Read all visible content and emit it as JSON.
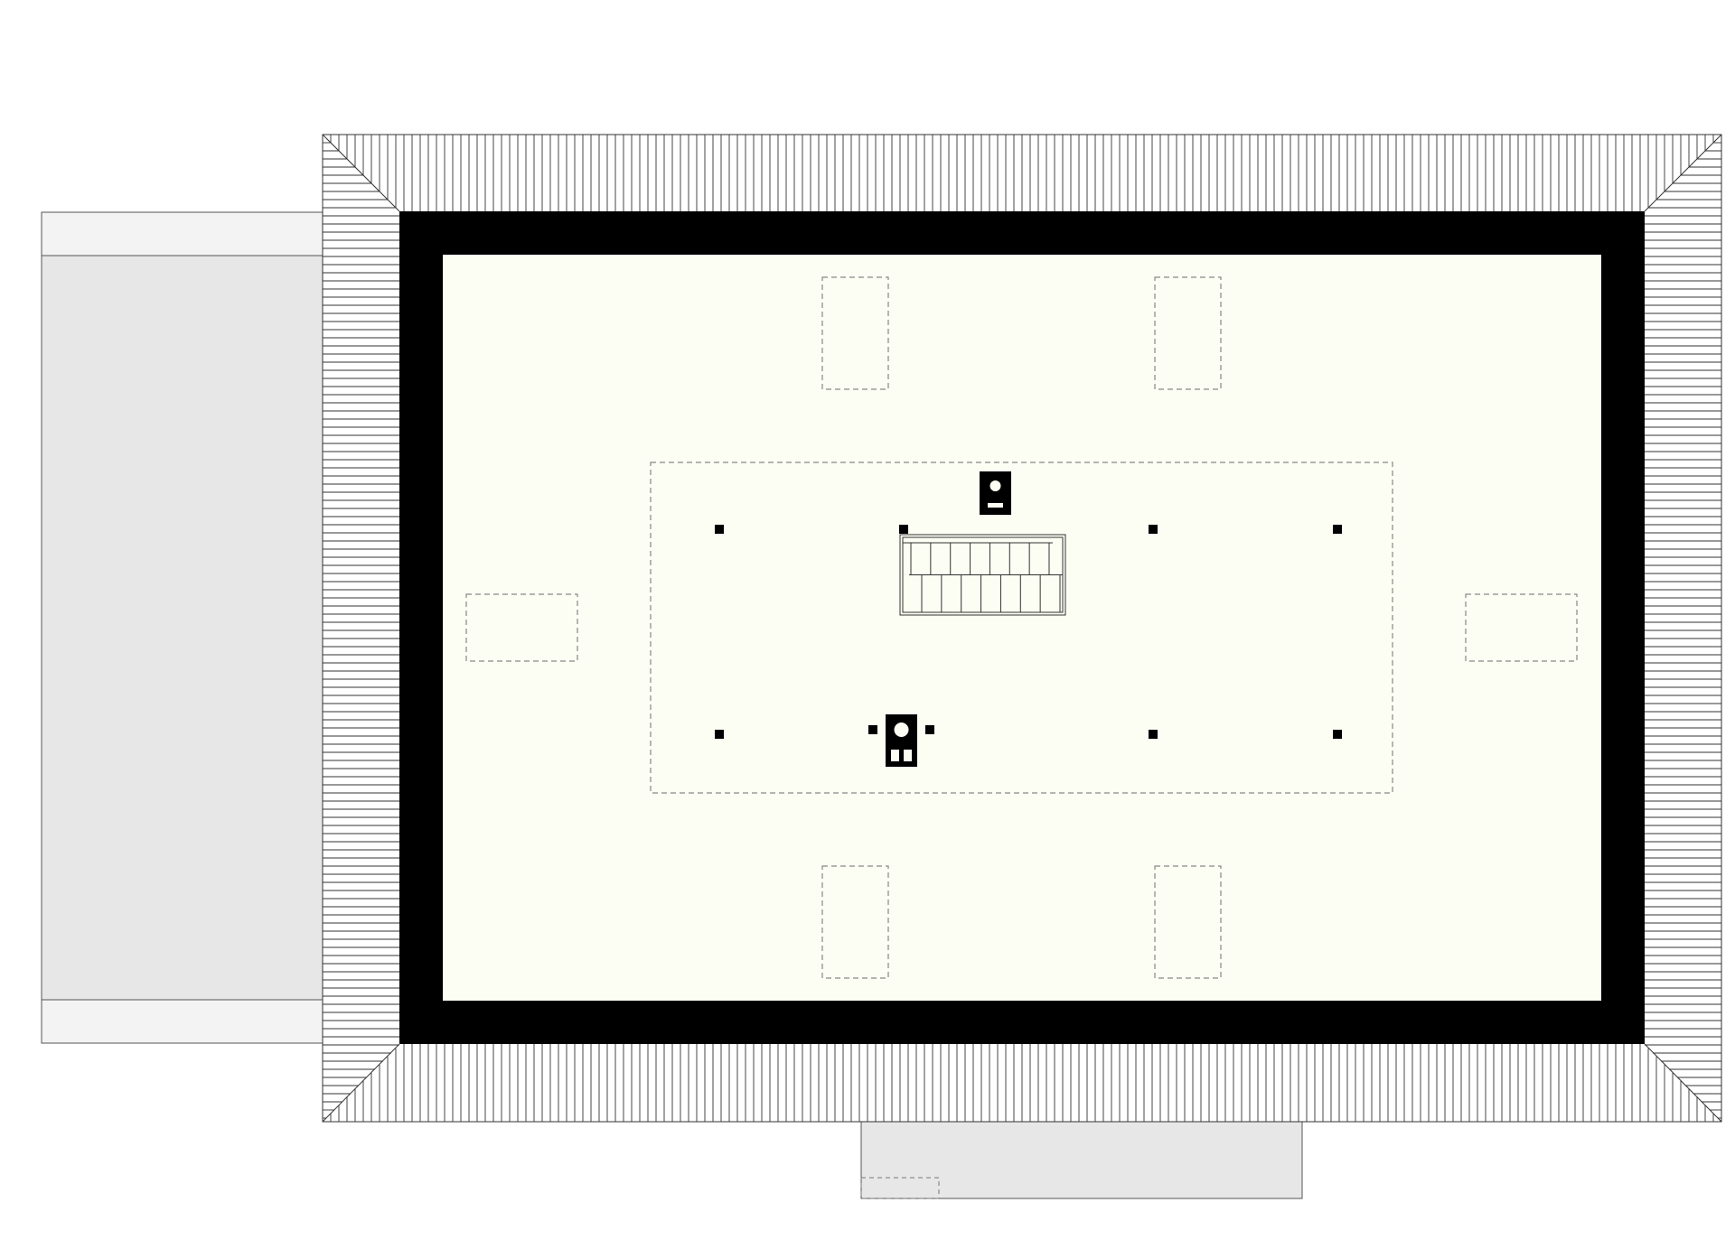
{
  "diagram": {
    "kind": "attic floor plan",
    "colors": {
      "background": "#ffffff",
      "floor": "#fcfdf3",
      "wall": "#000000",
      "roof_line": "#222222",
      "canopy": "#e7e7e7",
      "canopy_light": "#f3f3f3",
      "dashed": "#888888"
    },
    "elements": {
      "skylights": 6,
      "chimneys": 2,
      "posts": 8,
      "staircase_treads": 14
    }
  }
}
